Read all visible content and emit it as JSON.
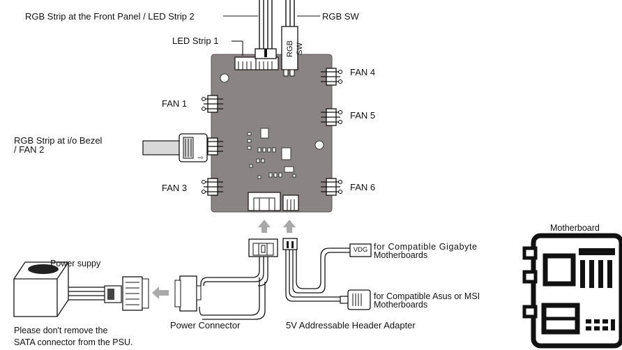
{
  "labels": {
    "rgb_front": "RGB Strip at the Front Panel / LED Strip 2",
    "rgb_sw": "RGB SW",
    "rgb_sw_board": "RGB SW",
    "led_strip_1": "LED Strip 1",
    "fan1": "FAN 1",
    "fan2_line1": "RGB Strip at i/o Bezel",
    "fan2_line2": "/ FAN 2",
    "fan3": "FAN 3",
    "fan4": "FAN 4",
    "fan5": "FAN 5",
    "fan6": "FAN 6",
    "power_supply": "Power suppy",
    "psu_note_line1": "Please don't remove the",
    "psu_note_line2": "SATA connector from the PSU.",
    "power_connector": "Power Connector",
    "adapter": "5V Addressable Header Adapter",
    "vdg": "VDG",
    "gigabyte_line1": "for Compatible Gigabyte",
    "gigabyte_line2": "Motherboards",
    "asus_line1": "for Compatible Asus or MSI",
    "asus_line2": "Motherboards",
    "motherboard": "Motherboard"
  },
  "colors": {
    "board": "#8a8584",
    "line": "#111111",
    "arrow": "#a9a9a9"
  }
}
